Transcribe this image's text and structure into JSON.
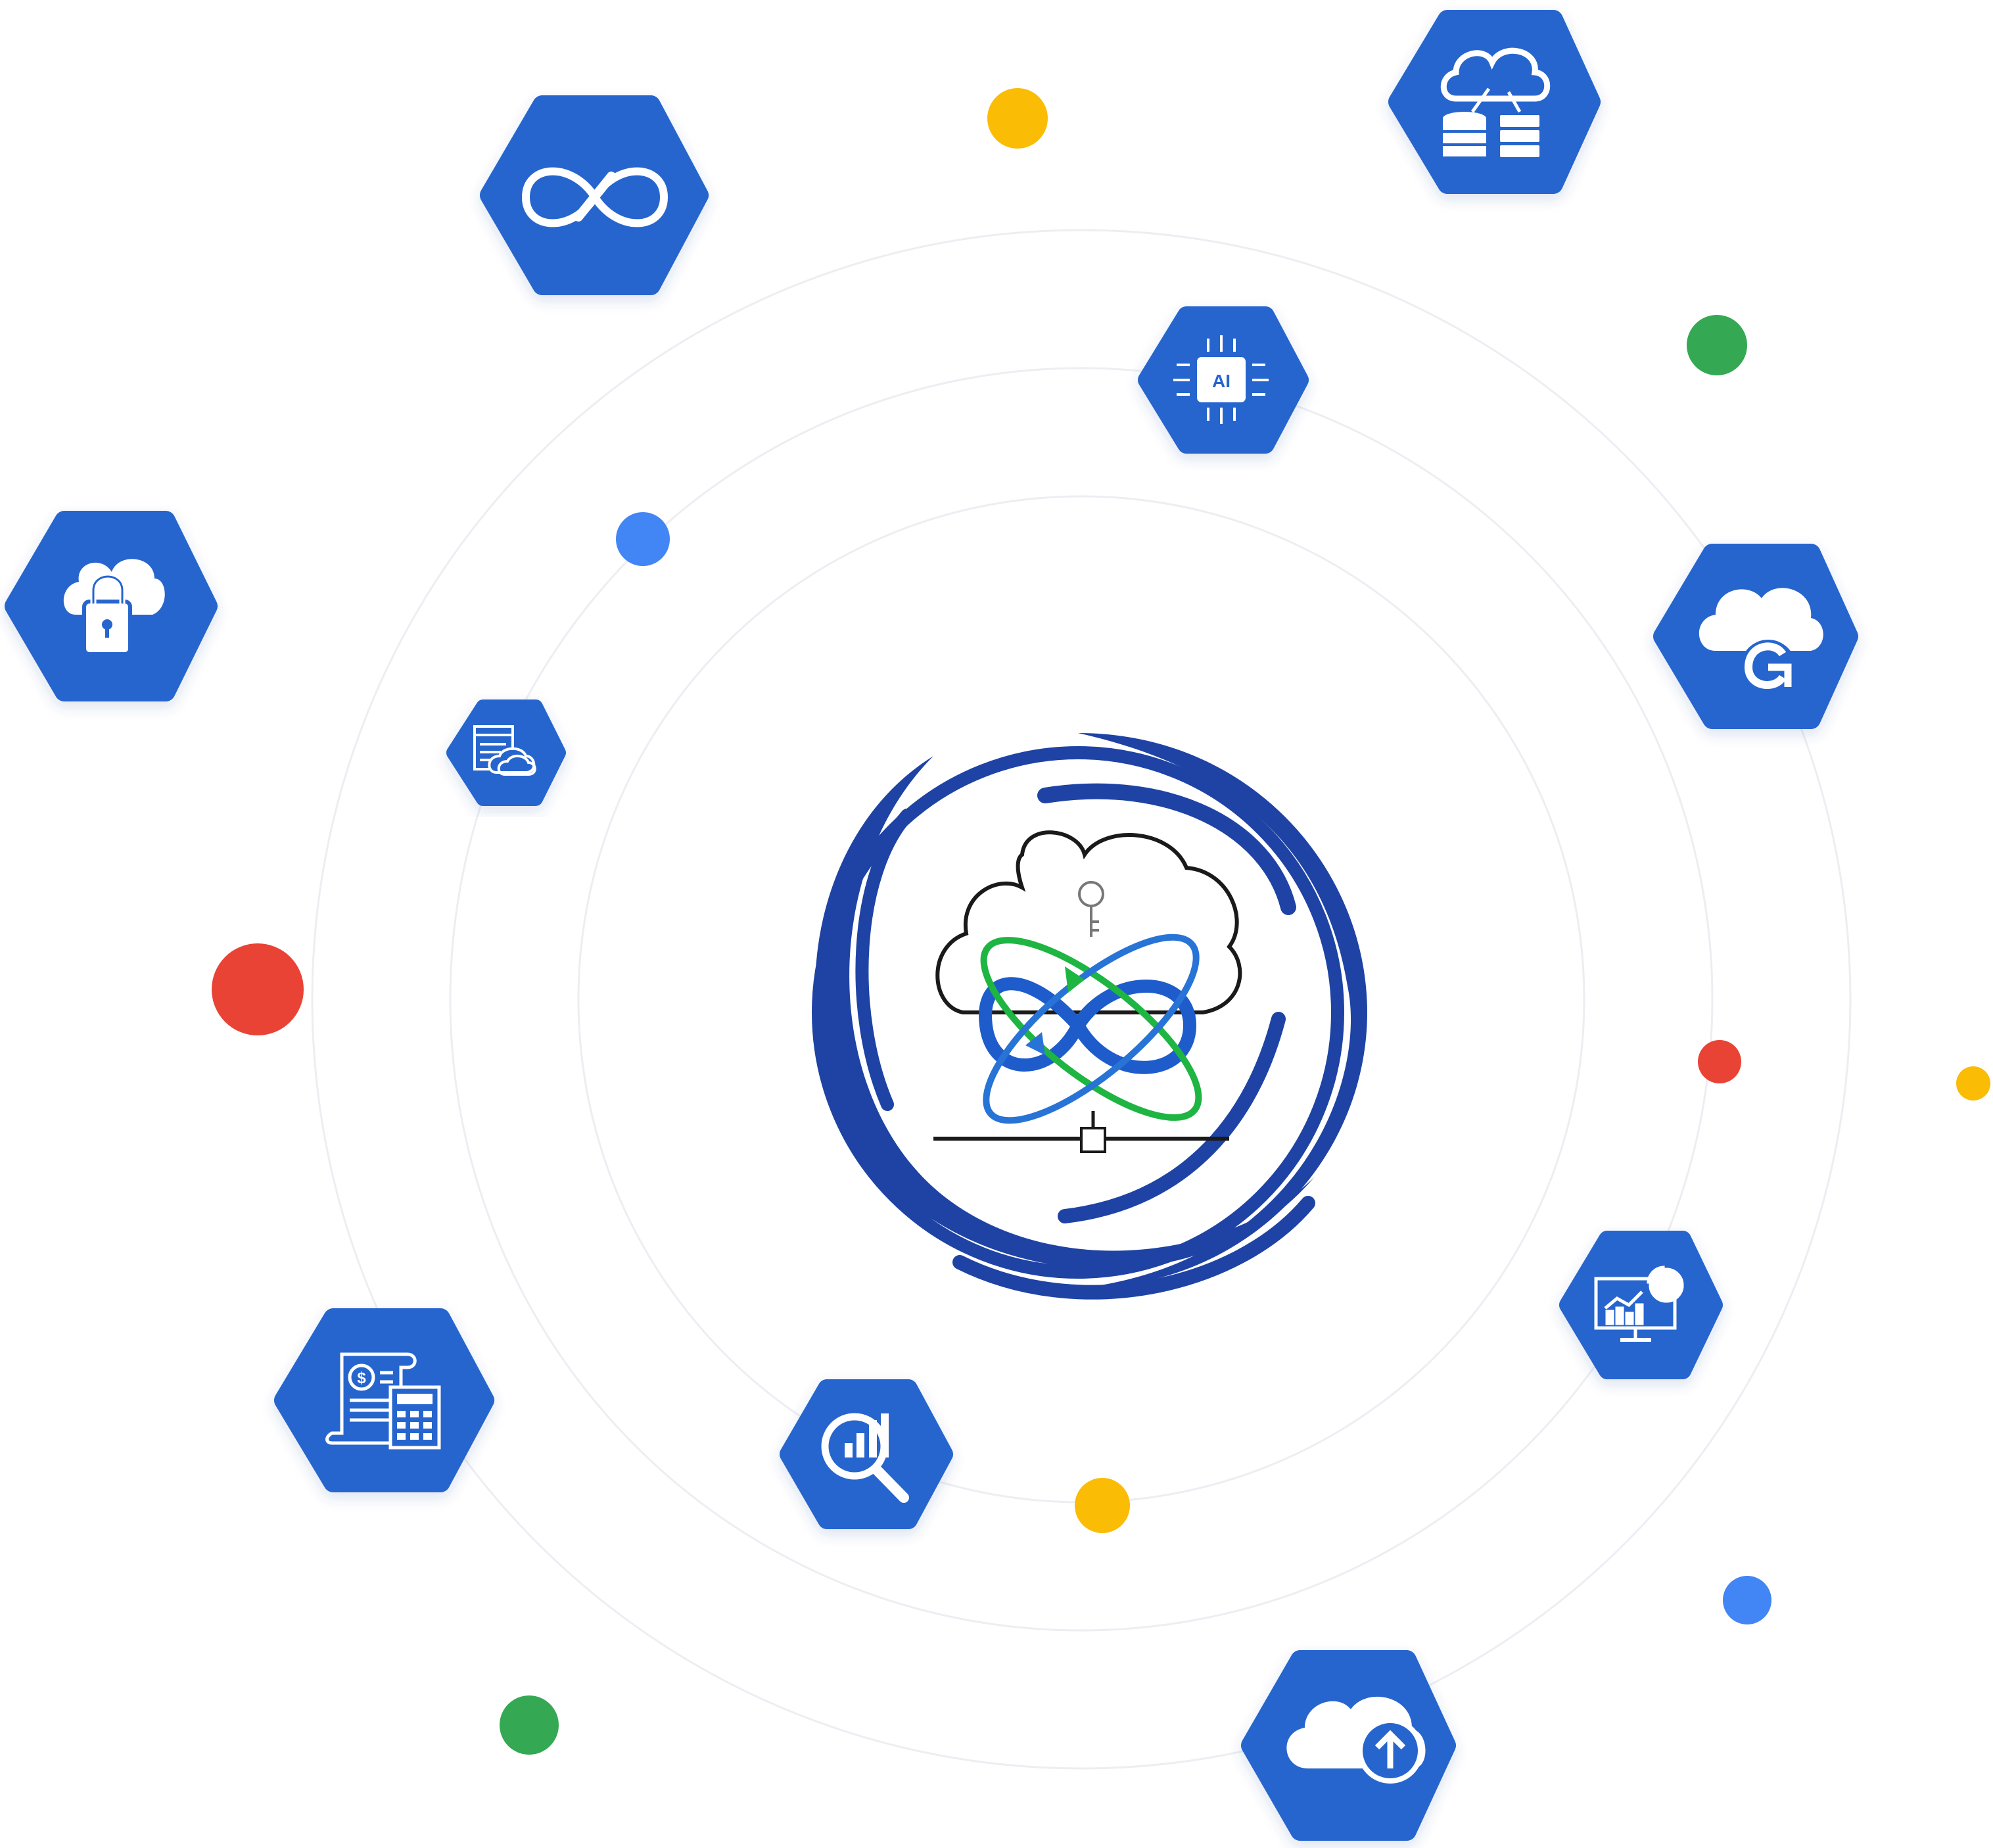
{
  "colors": {
    "hex_fill": "#2565CE",
    "ring": "#ECEEF2",
    "logo_blue": "#1E43A5",
    "logo_mid_blue": "#2873D6",
    "logo_green": "#1EB543",
    "red": "#E94336",
    "yellow": "#FBBC05",
    "green": "#34A853",
    "blue": "#4285F4"
  },
  "center_logo": {
    "icon": "cloud-key-infinity-logo"
  },
  "hexagons": [
    {
      "id": "devops",
      "icon": "infinity-icon"
    },
    {
      "id": "cloud-database",
      "icon": "cloud-database-server-icon"
    },
    {
      "id": "ai",
      "icon": "ai-chip-icon",
      "label": "AI"
    },
    {
      "id": "cloud-security",
      "icon": "cloud-lock-icon"
    },
    {
      "id": "cloud-code",
      "icon": "code-cloud-icon"
    },
    {
      "id": "cloud-sync",
      "icon": "cloud-refresh-icon"
    },
    {
      "id": "analytics-dashboard",
      "icon": "monitor-chart-icon"
    },
    {
      "id": "billing",
      "icon": "invoice-calculator-icon"
    },
    {
      "id": "data-insights",
      "icon": "magnifier-chart-icon"
    },
    {
      "id": "cloud-upload",
      "icon": "cloud-upload-icon"
    }
  ]
}
